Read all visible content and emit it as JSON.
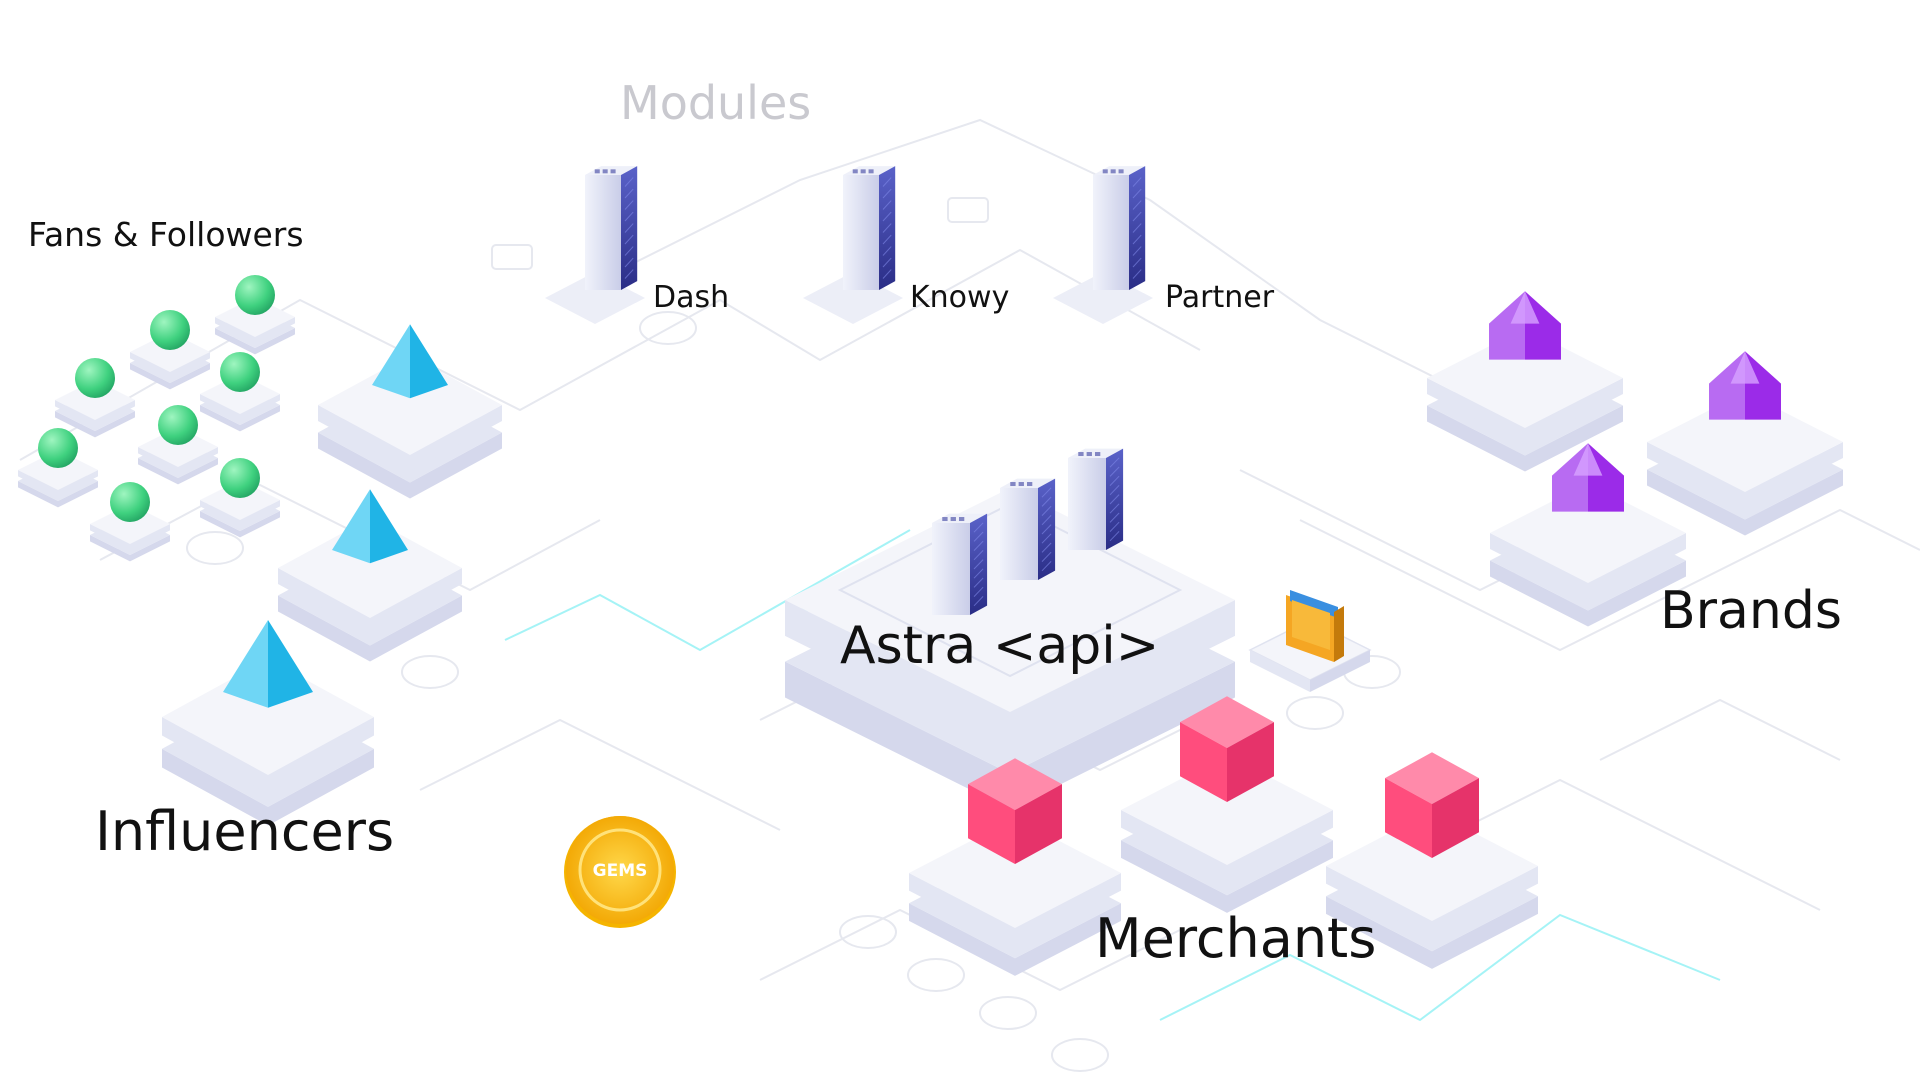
{
  "labels": {
    "modules": "Modules",
    "fans_followers": "Fans & Followers",
    "influencers": "Influencers",
    "api": "Astra <api>",
    "brands": "Brands",
    "merchants": "Merchants"
  },
  "modules": [
    {
      "name": "Dash",
      "icon": "server-rack-icon"
    },
    {
      "name": "Knowy",
      "icon": "server-rack-icon"
    },
    {
      "name": "Partner",
      "icon": "server-rack-icon"
    }
  ],
  "token": {
    "label": "GEMS",
    "icon": "gold-coin-icon"
  },
  "icons": {
    "fan": "green-sphere-icon",
    "influencer": "blue-pyramid-icon",
    "brand": "purple-gem-icon",
    "merchant": "pink-cube-icon",
    "wallet": "wallet-icon",
    "api": "server-stack-icon"
  },
  "colors": {
    "fan": "#3fd17f",
    "influencer": "#20b4e6",
    "brand": "#9b2be8",
    "merchant": "#ff4d7d",
    "server": "#3b3f9e",
    "platform": "#f4f5fa",
    "platform_shadow": "#d5d8ec",
    "circuit": "#e6e8ef",
    "glow": "#8ff0f4",
    "coin": "#ffc60a"
  }
}
